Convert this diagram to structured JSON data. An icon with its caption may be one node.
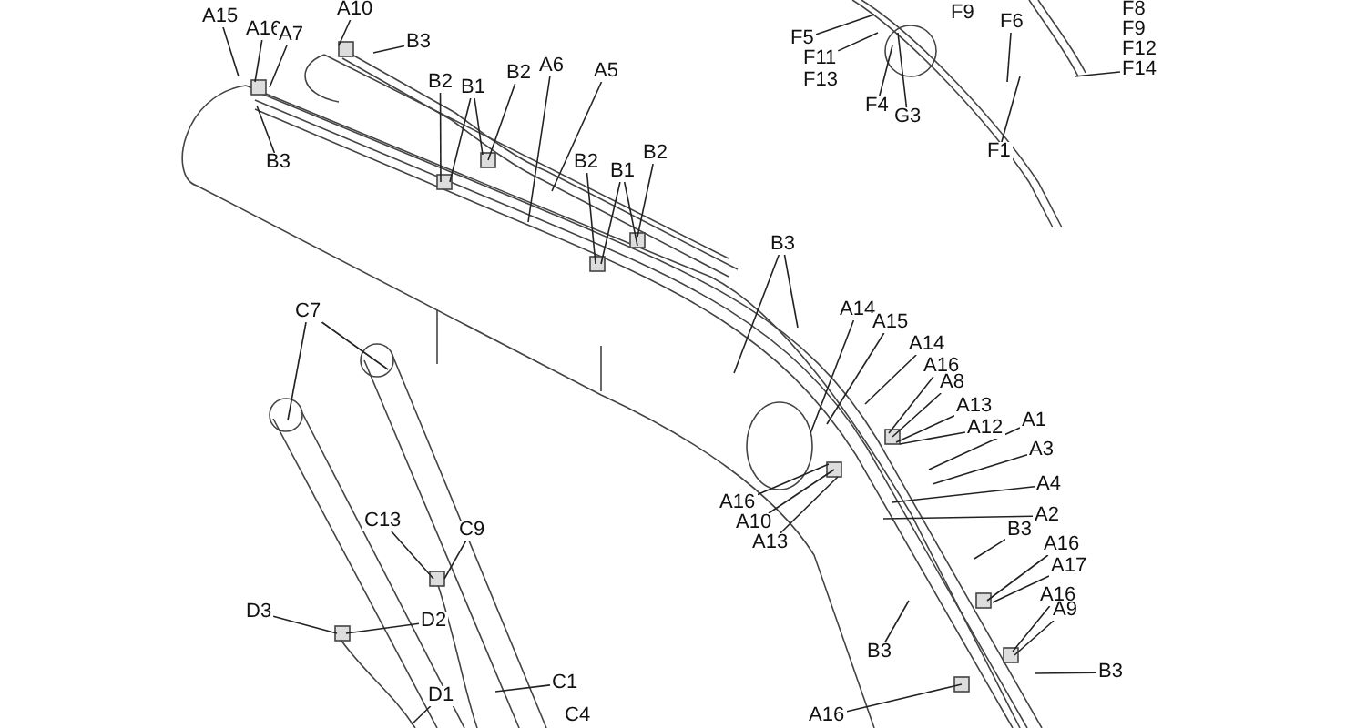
{
  "diagram": {
    "nodes": [
      {
        "text": [
          "A15"
        ]
      },
      {
        "text": [
          "A16"
        ]
      },
      {
        "text": [
          "A7"
        ]
      },
      {
        "text": [
          "A10"
        ]
      },
      {
        "text": [
          "B3"
        ]
      },
      {
        "text": [
          "B3"
        ]
      },
      {
        "text": [
          "B2"
        ]
      },
      {
        "text": [
          "B1"
        ]
      },
      {
        "text": [
          "B2"
        ]
      },
      {
        "text": [
          "A6"
        ]
      },
      {
        "text": [
          "A5"
        ]
      },
      {
        "text": [
          "B2"
        ]
      },
      {
        "text": [
          "B1"
        ]
      },
      {
        "text": [
          "B2"
        ]
      },
      {
        "text": [
          "F5"
        ]
      },
      {
        "text": [
          "F9"
        ]
      },
      {
        "text": [
          "F11"
        ]
      },
      {
        "text": [
          "F13"
        ]
      },
      {
        "text": [
          "F4"
        ]
      },
      {
        "text": [
          "G3"
        ]
      },
      {
        "text": [
          "F6"
        ]
      },
      {
        "text": [
          "F1"
        ]
      },
      {
        "text": [
          "F8"
        ]
      },
      {
        "text": [
          "F9"
        ]
      },
      {
        "text": [
          "F12"
        ]
      },
      {
        "text": [
          "F14"
        ]
      },
      {
        "text": [
          "B3"
        ]
      },
      {
        "text": [
          "A14"
        ]
      },
      {
        "text": [
          "A15"
        ]
      },
      {
        "text": [
          "A14"
        ]
      },
      {
        "text": [
          "A16"
        ]
      },
      {
        "text": [
          "A8"
        ]
      },
      {
        "text": [
          "A13"
        ]
      },
      {
        "text": [
          "A12"
        ]
      },
      {
        "text": [
          "A1"
        ]
      },
      {
        "text": [
          "A3"
        ]
      },
      {
        "text": [
          "A4"
        ]
      },
      {
        "text": [
          "A2"
        ]
      },
      {
        "text": [
          "A16"
        ]
      },
      {
        "text": [
          "A10"
        ]
      },
      {
        "text": [
          "A13"
        ]
      },
      {
        "text": [
          "B3"
        ]
      },
      {
        "text": [
          "A16"
        ]
      },
      {
        "text": [
          "A17"
        ]
      },
      {
        "text": [
          "A16"
        ]
      },
      {
        "text": [
          "A9"
        ]
      },
      {
        "text": [
          "B3"
        ]
      },
      {
        "text": [
          "B3"
        ]
      },
      {
        "text": [
          "A16"
        ]
      },
      {
        "text": [
          "C7"
        ]
      },
      {
        "text": [
          "C13"
        ]
      },
      {
        "text": [
          "C9"
        ]
      },
      {
        "text": [
          "D3"
        ]
      },
      {
        "text": [
          "D2"
        ]
      },
      {
        "text": [
          "D1"
        ]
      },
      {
        "text": [
          "C1"
        ]
      },
      {
        "text": [
          "C4"
        ]
      }
    ],
    "edges": [
      {
        "from": 0,
        "to": null,
        "arrow": "none"
      },
      {
        "from": 1,
        "to": null,
        "arrow": "none"
      },
      {
        "from": 2,
        "to": null,
        "arrow": "none"
      },
      {
        "from": 3,
        "to": null,
        "arrow": "none"
      },
      {
        "from": 4,
        "to": null,
        "arrow": "none"
      },
      {
        "from": 5,
        "to": null,
        "arrow": "none"
      },
      {
        "from": 6,
        "to": null,
        "arrow": "none"
      },
      {
        "from": 7,
        "to": null,
        "arrow": "none"
      },
      {
        "from": 7,
        "to": null,
        "arrow": "none"
      },
      {
        "from": 8,
        "to": null,
        "arrow": "none"
      },
      {
        "from": 9,
        "to": null,
        "arrow": "none"
      },
      {
        "from": 10,
        "to": null,
        "arrow": "none"
      },
      {
        "from": 11,
        "to": null,
        "arrow": "none"
      },
      {
        "from": 12,
        "to": null,
        "arrow": "none"
      },
      {
        "from": 12,
        "to": null,
        "arrow": "none"
      },
      {
        "from": 13,
        "to": null,
        "arrow": "none"
      },
      {
        "from": 14,
        "to": null,
        "arrow": "none"
      },
      {
        "from": 16,
        "to": null,
        "arrow": "none"
      },
      {
        "from": 18,
        "to": null,
        "arrow": "none"
      },
      {
        "from": 19,
        "to": null,
        "arrow": "none"
      },
      {
        "from": 20,
        "to": null,
        "arrow": "none"
      },
      {
        "from": 21,
        "to": null,
        "arrow": "none"
      },
      {
        "from": 25,
        "to": null,
        "arrow": "none"
      },
      {
        "from": 26,
        "to": null,
        "arrow": "none"
      },
      {
        "from": 26,
        "to": null,
        "arrow": "none"
      },
      {
        "from": 27,
        "to": null,
        "arrow": "none"
      },
      {
        "from": 28,
        "to": null,
        "arrow": "none"
      },
      {
        "from": 29,
        "to": null,
        "arrow": "none"
      },
      {
        "from": 30,
        "to": null,
        "arrow": "none"
      },
      {
        "from": 31,
        "to": null,
        "arrow": "none"
      },
      {
        "from": 32,
        "to": null,
        "arrow": "none"
      },
      {
        "from": 33,
        "to": null,
        "arrow": "none"
      },
      {
        "from": 34,
        "to": null,
        "arrow": "none"
      },
      {
        "from": 35,
        "to": null,
        "arrow": "none"
      },
      {
        "from": 36,
        "to": null,
        "arrow": "none"
      },
      {
        "from": 37,
        "to": null,
        "arrow": "none"
      },
      {
        "from": 38,
        "to": null,
        "arrow": "none"
      },
      {
        "from": 39,
        "to": null,
        "arrow": "none"
      },
      {
        "from": 40,
        "to": null,
        "arrow": "none"
      },
      {
        "from": 41,
        "to": null,
        "arrow": "none"
      },
      {
        "from": 42,
        "to": null,
        "arrow": "none"
      },
      {
        "from": 43,
        "to": null,
        "arrow": "none"
      },
      {
        "from": 44,
        "to": null,
        "arrow": "none"
      },
      {
        "from": 45,
        "to": null,
        "arrow": "none"
      },
      {
        "from": 46,
        "to": null,
        "arrow": "none"
      },
      {
        "from": 47,
        "to": null,
        "arrow": "none"
      },
      {
        "from": 48,
        "to": null,
        "arrow": "none"
      },
      {
        "from": 49,
        "to": null,
        "arrow": "none"
      },
      {
        "from": 49,
        "to": null,
        "arrow": "none"
      },
      {
        "from": 50,
        "to": null,
        "arrow": "none"
      },
      {
        "from": 51,
        "to": null,
        "arrow": "none"
      },
      {
        "from": 52,
        "to": null,
        "arrow": "none"
      },
      {
        "from": 53,
        "to": null,
        "arrow": "none"
      },
      {
        "from": 54,
        "to": null,
        "arrow": "none"
      },
      {
        "from": 55,
        "to": null,
        "arrow": "none"
      }
    ]
  }
}
